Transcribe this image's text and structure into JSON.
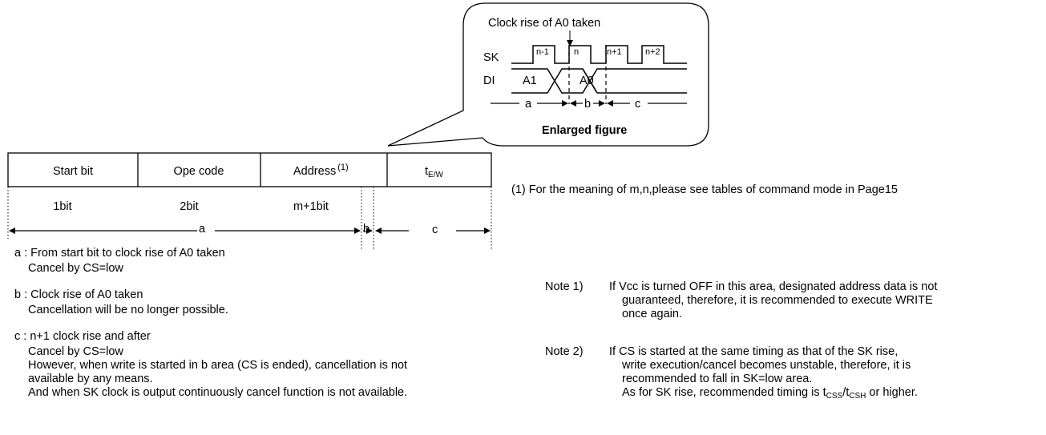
{
  "enlarged": {
    "clock_caption": "Clock rise of A0 taken",
    "sk_label": "SK",
    "di_label": "DI",
    "pulses": [
      "n-1",
      "n",
      "n+1",
      "n+2"
    ],
    "di_a1": "A1",
    "di_a0": "A0",
    "seg_a": "a",
    "seg_b": "b",
    "seg_c": "c",
    "caption": "Enlarged figure"
  },
  "frame": {
    "cells": [
      {
        "label": "Start bit",
        "bits": "1bit"
      },
      {
        "label": "Ope code",
        "bits": "2bit"
      },
      {
        "label": "Address",
        "sup": "(1)",
        "bits": "m+1bit"
      },
      {
        "label": "t",
        "sub": "E/W"
      }
    ],
    "seg_a": "a",
    "seg_b": "b",
    "seg_c": "c"
  },
  "footnote": "(1) For the meaning of m,n,please see tables of command mode in Page15",
  "areas": [
    {
      "tag": "a : From start bit to clock rise of A0 taken",
      "lines": [
        "Cancel by CS=low"
      ]
    },
    {
      "tag": "b : Clock rise of A0 taken",
      "lines": [
        "Cancellation will be no longer possible."
      ]
    },
    {
      "tag": "c : n+1 clock rise and after",
      "lines": [
        "Cancel by CS=low",
        "However, when write is started in b area (CS is ended), cancellation is not",
        "available by any means.",
        "And when SK clock is output continuously cancel function is not available."
      ]
    }
  ],
  "notes": [
    {
      "label": "Note 1)",
      "lines": [
        "If Vcc is turned OFF in this area, designated address data is not",
        "guaranteed, therefore, it is recommended to execute WRITE",
        "once again."
      ]
    },
    {
      "label": "Note 2)",
      "lines": [
        "If CS is started at the same timing as that of the SK rise,",
        "write execution/cancel becomes unstable, therefore, it is",
        "recommended to fall in SK=low area."
      ]
    }
  ],
  "note2_last": {
    "pre": "As for SK rise, recommended timing is t",
    "sub1": "CSS",
    "mid": "/t",
    "sub2": "CSH",
    "post": " or higher."
  }
}
